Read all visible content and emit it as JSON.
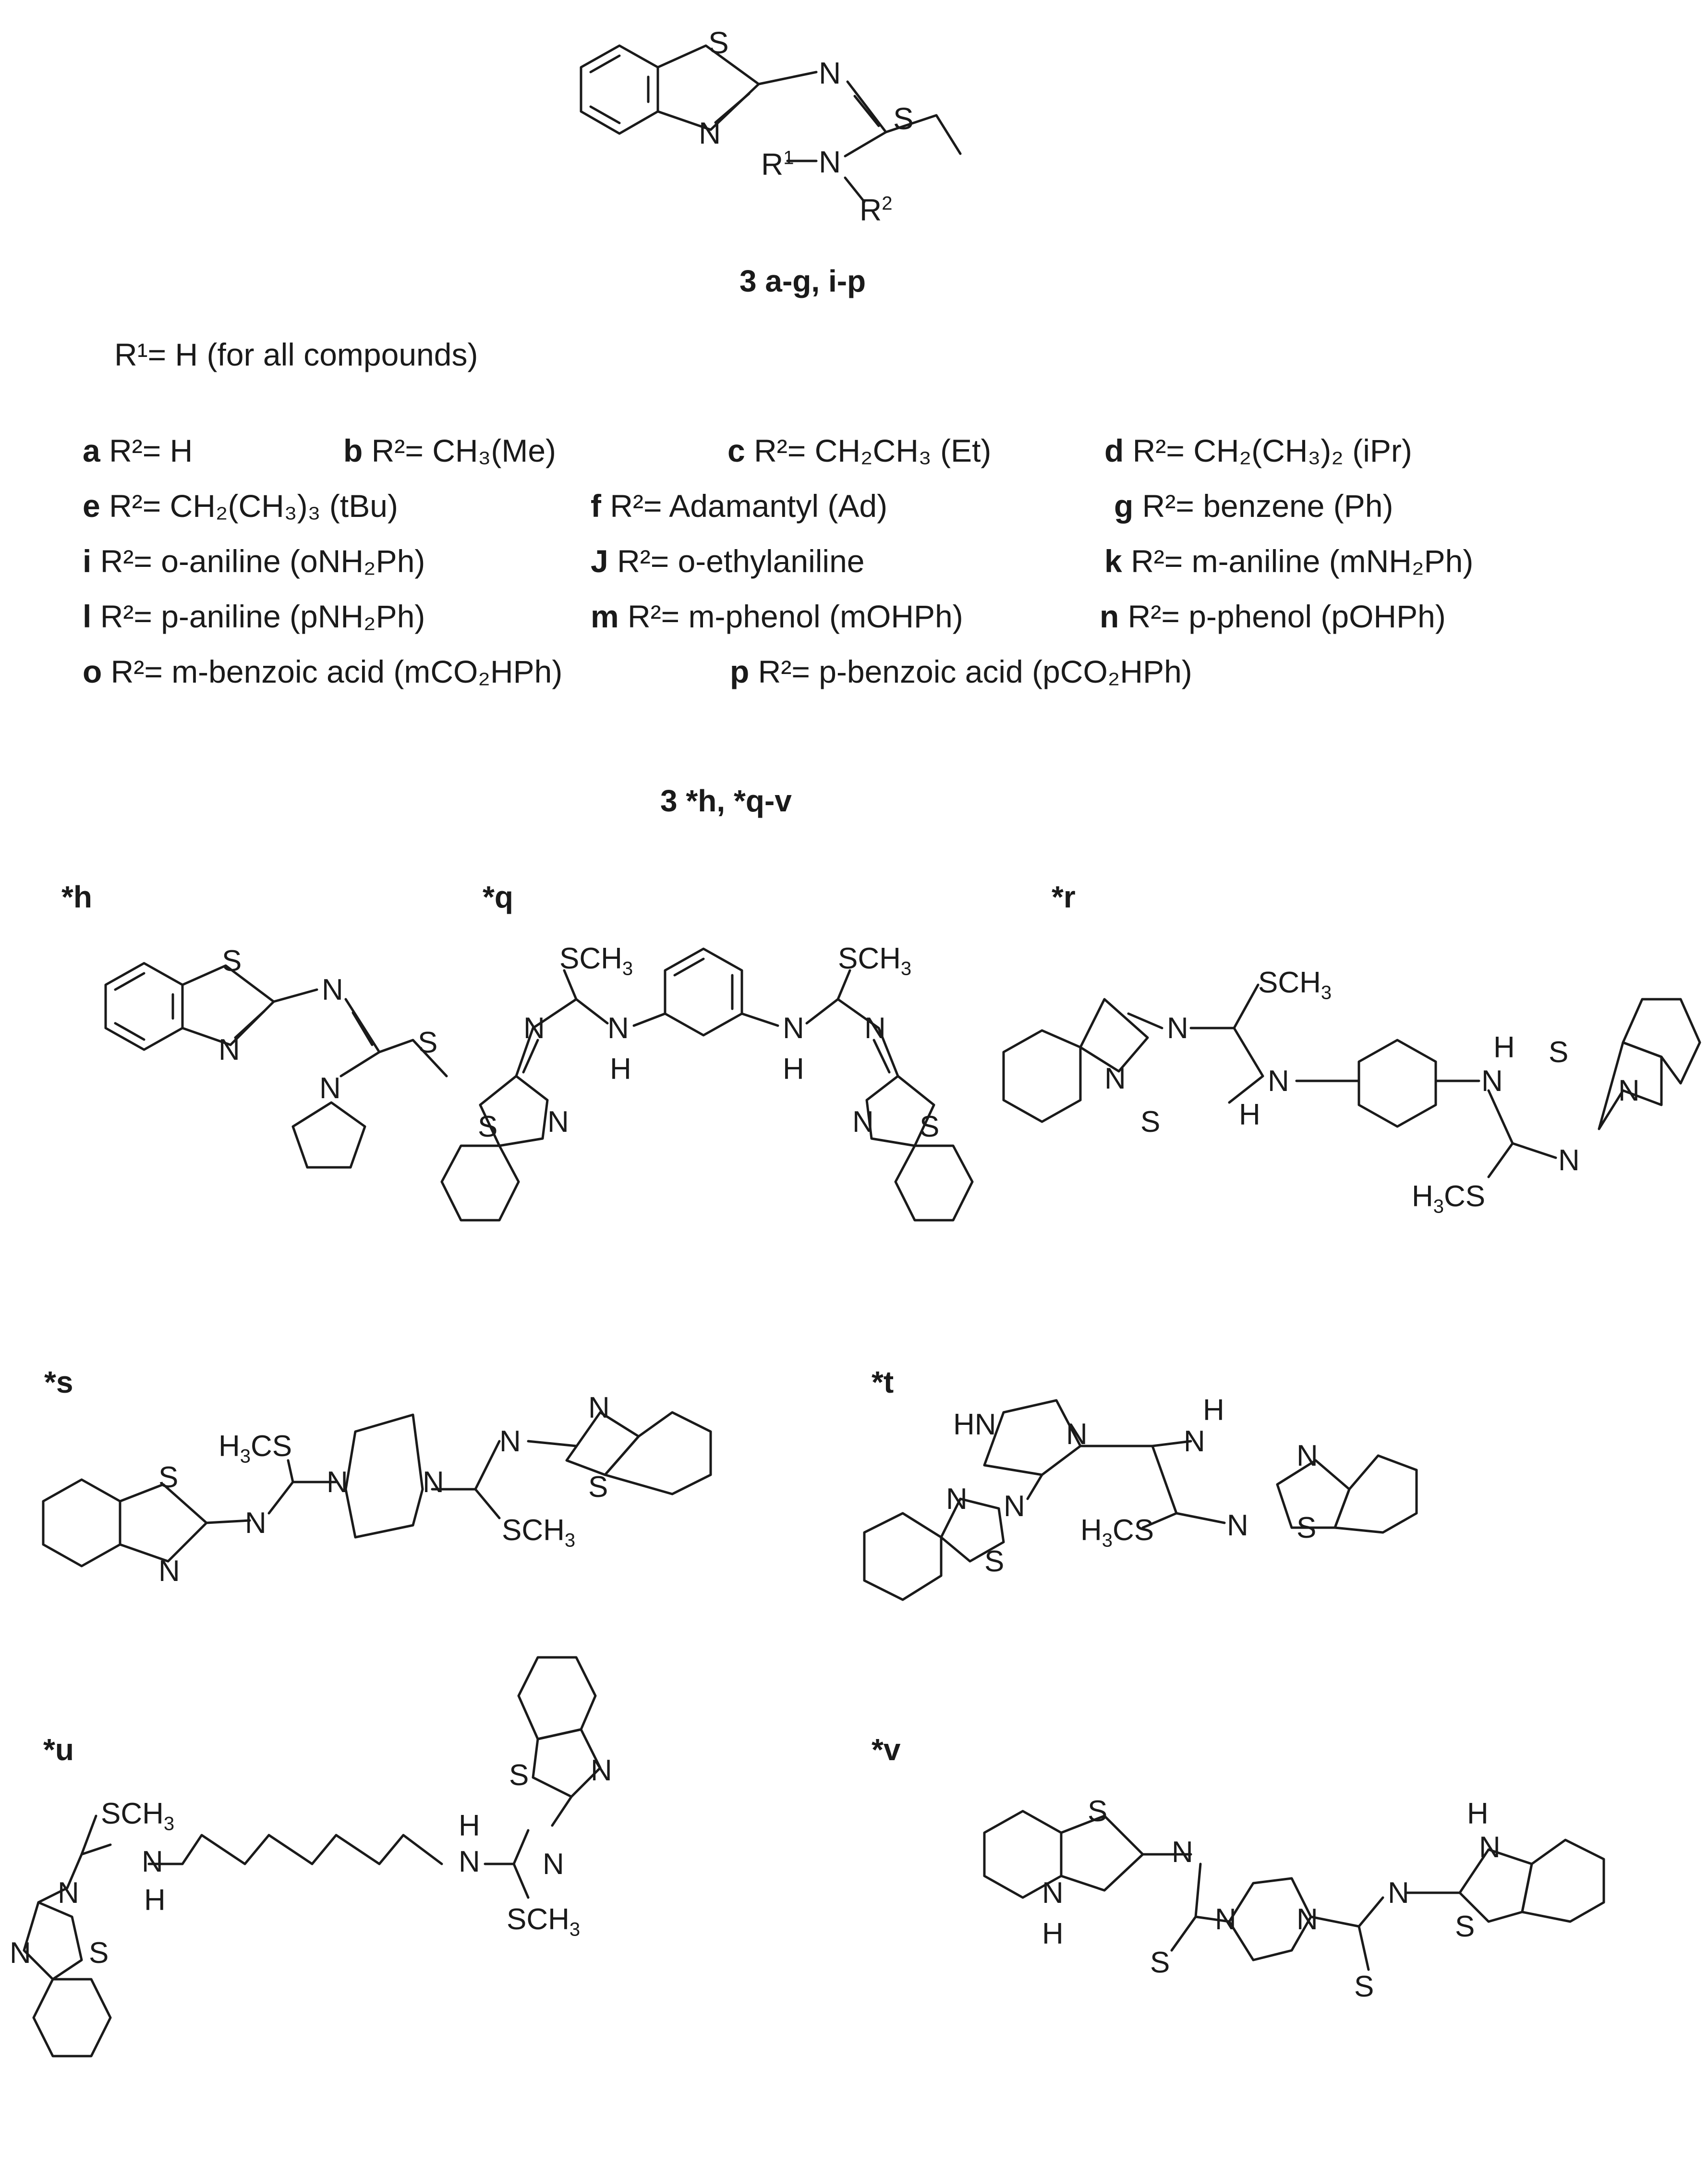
{
  "top_scaffold_caption": "3 a-g, i-p",
  "r1_note": "R¹= H (for all compounds)",
  "substituents": [
    {
      "key": "a",
      "text": "R²= H"
    },
    {
      "key": "b",
      "text": "R²= CH₃(Me)"
    },
    {
      "key": "c",
      "text": "R²= CH₂CH₃ (Et)"
    },
    {
      "key": "d",
      "text": "R²= CH₂(CH₃)₂ (iPr)"
    },
    {
      "key": "e",
      "text": "R²= CH₂(CH₃)₃ (tBu)"
    },
    {
      "key": "f",
      "text": "R²= Adamantyl (Ad)"
    },
    {
      "key": "g",
      "text": "R²= benzene (Ph)"
    },
    {
      "key": "i",
      "text": "R²= o-aniline (oNH₂Ph)"
    },
    {
      "key": "J",
      "text": "R²= o-ethylaniline"
    },
    {
      "key": "k",
      "text": "R²= m-aniline (mNH₂Ph)"
    },
    {
      "key": "l",
      "text": "R²= p-aniline (pNH₂Ph)"
    },
    {
      "key": "m",
      "text": "R²= m-phenol (mOHPh)"
    },
    {
      "key": "n",
      "text": "R²= p-phenol (pOHPh)"
    },
    {
      "key": "o",
      "text": "R²= m-benzoic acid (mCO₂HPh)"
    },
    {
      "key": "p",
      "text": "R²= p-benzoic acid (pCO₂HPh)"
    }
  ],
  "second_caption": "3 *h, *q-v",
  "compound_labels": {
    "h": "*h",
    "q": "*q",
    "r": "*r",
    "s": "*s",
    "t": "*t",
    "u": "*u",
    "v": "*v"
  },
  "atom_labels": {
    "S": "S",
    "N": "N",
    "H": "H",
    "R": "R",
    "R1": "1",
    "R2": "2",
    "SCH3": "SCH",
    "sub3": "3",
    "H3CS_H": "H",
    "H3CS_S": "CS",
    "HN": "HN"
  }
}
